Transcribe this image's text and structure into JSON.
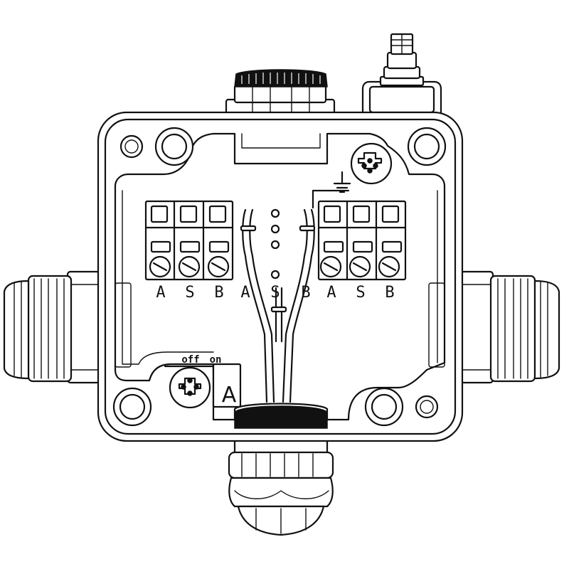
{
  "terminals": {
    "left": [
      "A",
      "S",
      "B"
    ],
    "center": [
      "A",
      "S",
      "B"
    ],
    "right": [
      "A",
      "S",
      "B"
    ]
  },
  "switch": {
    "off_label": "off",
    "on_label": "on",
    "position_label": "A"
  }
}
